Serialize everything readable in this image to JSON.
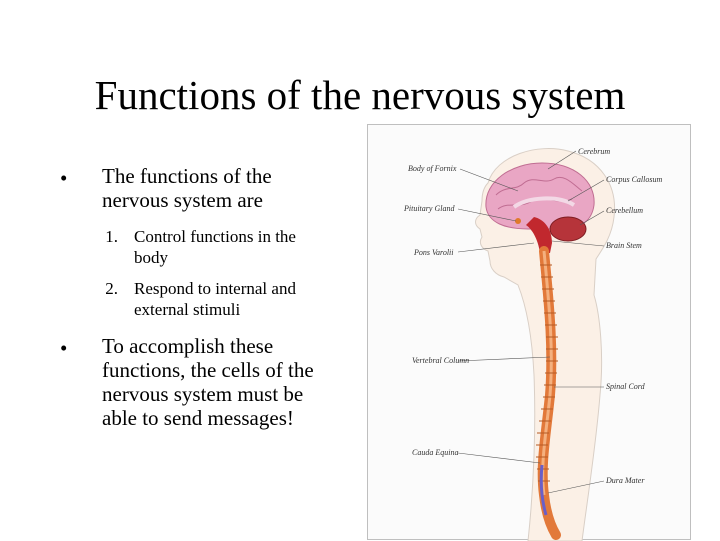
{
  "slide": {
    "title": "Functions of the nervous system",
    "bullets": [
      {
        "text_lines": [
          "The functions of the",
          "nervous system are"
        ]
      },
      {
        "text_lines": [
          "To accomplish these",
          "functions, the cells of the",
          "nervous system must be",
          "able to send messages!"
        ]
      }
    ],
    "subitems": [
      {
        "number": "1.",
        "text_lines": [
          "Control functions in the",
          "body"
        ]
      },
      {
        "number": "2.",
        "text_lines": [
          "Respond to internal and",
          "external stimuli"
        ]
      }
    ]
  },
  "figure": {
    "labels": {
      "cerebrum": "Cerebrum",
      "body_of_fornix": "Body of Fornix",
      "corpus_callosum": "Corpus Callosum",
      "pituitary_gland": "Pituitary Gland",
      "cerebellum": "Cerebellum",
      "brain_stem": "Brain Stem",
      "pons_varolii": "Pons Varolii",
      "vertebral_column": "Vertebral Column",
      "spinal_cord": "Spinal Cord",
      "cauda_equina": "Cauda Equina",
      "dura_mater": "Dura Mater"
    }
  }
}
